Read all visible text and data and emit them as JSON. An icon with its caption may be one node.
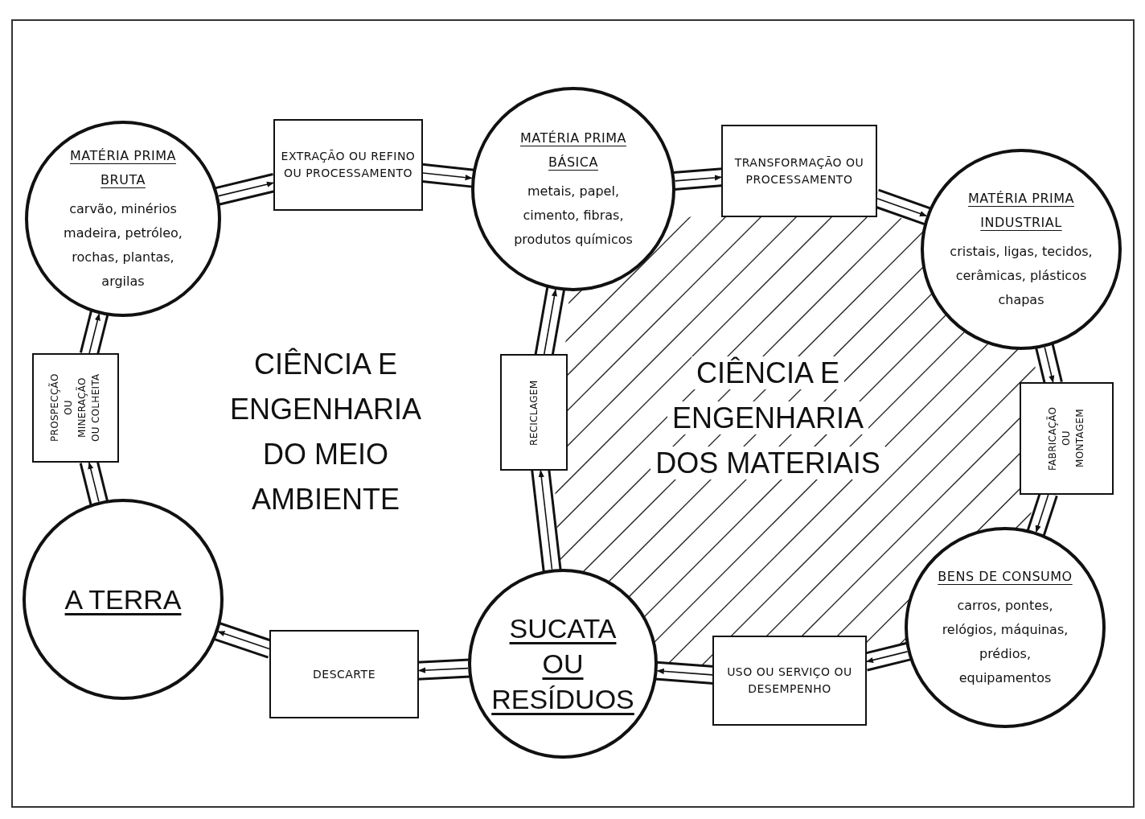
{
  "diagram": {
    "nodes": [
      {
        "text": [
          "MATÉRIA PRIMA BRUTA",
          "carvão, minérios madeira, petróleo, rochas, plantas, argilas"
        ]
      },
      {
        "text": [
          "EXTRAÇÃO OU REFINO OU PROCESSAMENTO"
        ]
      },
      {
        "text": [
          "MATÉRIA PRIMA BÁSICA",
          "metais, papel, cimento, fibras, produtos químicos"
        ]
      },
      {
        "text": [
          "TRANSFORMAÇÃO OU PROCESSAMENTO"
        ]
      },
      {
        "text": [
          "MATÉRIA PRIMA INDUSTRIAL",
          "cristais, ligas, tecidos, cerâmicas, plásticos chapas"
        ]
      },
      {
        "text": [
          "FABRICAÇÃO OU MONTAGEM"
        ]
      },
      {
        "text": [
          "BENS DE CONSUMO",
          "carros, pontes, relógios, máquinas, prédios, equipamentos"
        ]
      },
      {
        "text": [
          "USO OU SERVIÇO OU DESEMPENHO"
        ]
      },
      {
        "text": [
          "SUCATA OU RESÍDUOS"
        ]
      },
      {
        "text": [
          "DESCARTE"
        ]
      },
      {
        "text": [
          "A TERRA"
        ]
      },
      {
        "text": [
          "PROSPECÇÃO OU MINERAÇÃO OU COLHEITA"
        ]
      },
      {
        "text": [
          "RECICLAGEM"
        ]
      }
    ],
    "edges": [
      {
        "from": 0,
        "to": 1,
        "arrow": "to"
      },
      {
        "from": 1,
        "to": 2,
        "arrow": "to"
      },
      {
        "from": 2,
        "to": 3,
        "arrow": "to"
      },
      {
        "from": 3,
        "to": 4,
        "arrow": "to"
      },
      {
        "from": 4,
        "to": 5,
        "arrow": "to"
      },
      {
        "from": 5,
        "to": 6,
        "arrow": "to"
      },
      {
        "from": 6,
        "to": 7,
        "arrow": "to"
      },
      {
        "from": 7,
        "to": 8,
        "arrow": "to"
      },
      {
        "from": 8,
        "to": 9,
        "arrow": "to"
      },
      {
        "from": 9,
        "to": 10,
        "arrow": "to"
      },
      {
        "from": 10,
        "to": 11,
        "arrow": "to"
      },
      {
        "from": 11,
        "to": 0,
        "arrow": "to"
      },
      {
        "from": 8,
        "to": 12,
        "arrow": "to"
      },
      {
        "from": 12,
        "to": 2,
        "arrow": "to"
      }
    ],
    "labels": [
      "CIÊNCIA E ENGENHARIA DO MEIO AMBIENTE",
      "CIÊNCIA E ENGENHARIA DOS MATERIAIS"
    ]
  }
}
